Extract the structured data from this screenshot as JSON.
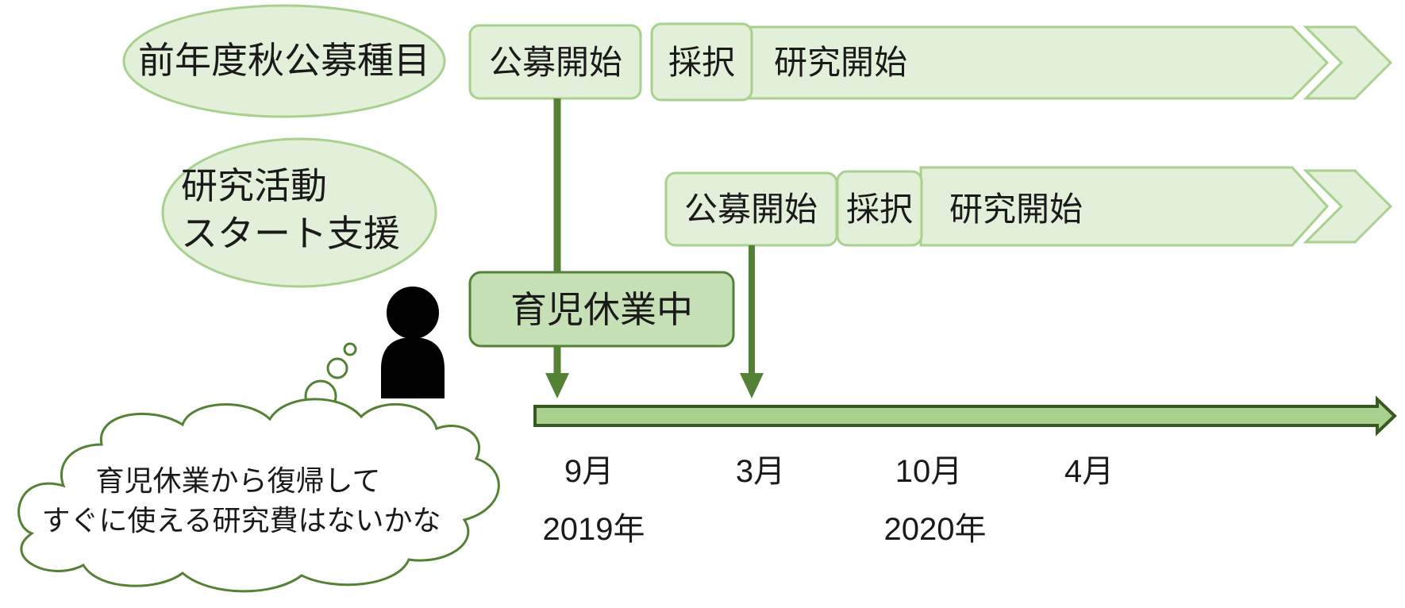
{
  "programs": {
    "autumn": {
      "label": "前年度秋公募種目",
      "stages": [
        "公募開始",
        "採択",
        "研究開始"
      ]
    },
    "start_support": {
      "label_line1": "研究活動",
      "label_line2": "スタート支援",
      "stages": [
        "公募開始",
        "採択",
        "研究開始"
      ]
    }
  },
  "leave": {
    "label": "育児休業中"
  },
  "thought": {
    "line1": "育児休業から復帰して",
    "line2": "すぐに使える研究費はないかな"
  },
  "timeline": {
    "months": [
      "9月",
      "3月",
      "10月",
      "4月"
    ],
    "years": [
      "2019年",
      "2020年"
    ]
  },
  "colors": {
    "light_green_fill": "#e2efd9",
    "light_green_border": "#a9d18e",
    "mid_green_fill": "#c5e0b4",
    "dark_green": "#548235",
    "axis_fill": "#a9d18e",
    "axis_border": "#385723"
  },
  "icons": [
    "person-icon",
    "thought-cloud-icon"
  ]
}
